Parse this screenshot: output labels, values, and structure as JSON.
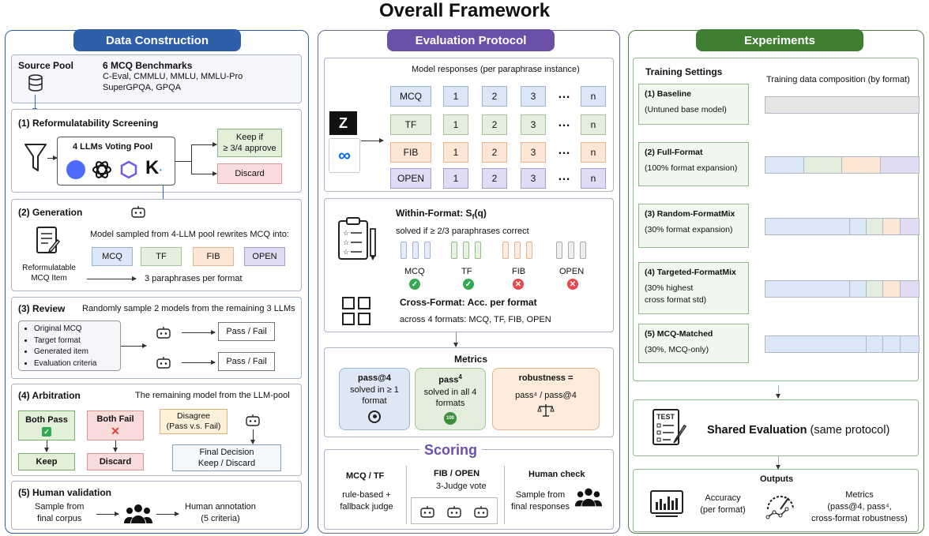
{
  "title": "Overall Framework",
  "columns": {
    "data_construction": "Data Construction",
    "evaluation_protocol": "Evaluation Protocol",
    "experiments": "Experiments"
  },
  "source_pool": {
    "label": "Source Pool",
    "heading": "6 MCQ Benchmarks",
    "line1": "C-Eval, CMMLU, MMLU, MMLU-Pro",
    "line2": "SuperGPQA, GPQA"
  },
  "screening": {
    "title": "(1) Reformulatability Screening",
    "pool": "4 LLMs Voting Pool",
    "keep": "Keep if\n≥ 3/4 approve",
    "discard": "Discard"
  },
  "generation": {
    "title": "(2) Generation",
    "desc": "Model sampled from 4-LLM pool rewrites MCQ into:",
    "formats": [
      "MCQ",
      "TF",
      "FIB",
      "OPEN"
    ],
    "item": "Reformulatable\nMCQ Item",
    "paraphrases": "3 paraphrases per format"
  },
  "review": {
    "title": "(3) Review",
    "desc": "Randomly sample 2 models from the remaining 3 LLMs",
    "items": [
      "Original MCQ",
      "Target format",
      "Generated item",
      "Evaluation criteria"
    ],
    "result": "Pass / Fail"
  },
  "arbitration": {
    "title": "(4) Arbitration",
    "desc": "The remaining model from the LLM-pool",
    "both_pass": "Both Pass",
    "both_fail": "Both Fail",
    "keep": "Keep",
    "discard": "Discard",
    "disagree": "Disagree\n(Pass v.s. Fail)",
    "final": "Final Decision\nKeep / Discard"
  },
  "human": {
    "title": "(5) Human validation",
    "sample": "Sample from\nfinal corpus",
    "annotation": "Human annotation\n(5 criteria)"
  },
  "responses": {
    "title": "Model responses (per paraphrase instance)",
    "rows": [
      "MCQ",
      "TF",
      "FIB",
      "OPEN"
    ],
    "cols": [
      "1",
      "2",
      "3",
      "…",
      "n"
    ]
  },
  "within": {
    "title": "Within-Format: S",
    "title_sub": "f",
    "title_end": "(q)",
    "desc": "solved if ≥ 2/3 paraphrases correct",
    "formats": [
      "MCQ",
      "TF",
      "FIB",
      "OPEN"
    ]
  },
  "cross": {
    "title": "Cross-Format: Acc. per format",
    "desc": "across 4 formats: MCQ, TF, FIB, OPEN"
  },
  "metrics": {
    "title": "Metrics",
    "pass4_name": "pass@4",
    "pass4_desc": "solved in ≥ 1\nformat",
    "passpow_name": "pass",
    "passpow_sup": "4",
    "passpow_desc": "solved in all 4\nformats",
    "robust_name": "robustness =",
    "robust_formula": "pass⁴ / pass@4"
  },
  "scoring": {
    "title": "Scoring",
    "mcq_tf": "MCQ / TF",
    "mcq_tf_desc": "rule-based +\nfallback judge",
    "fib_open": "FIB / OPEN",
    "fib_open_desc": "3-Judge vote",
    "human": "Human check",
    "human_desc": "Sample from\nfinal responses"
  },
  "training": {
    "title": "Training Settings",
    "comp": "Training data composition (by format)",
    "settings": [
      {
        "name": "(1) Baseline",
        "desc": "(Untuned base model)"
      },
      {
        "name": "(2) Full-Format",
        "desc": "(100% format expansion)"
      },
      {
        "name": "(3) Random-FormatMix",
        "desc": "(30% format expansion)"
      },
      {
        "name": "(4) Targeted-FormatMix",
        "desc": "(30% highest\ncross format std)"
      },
      {
        "name": "(5) MCQ-Matched",
        "desc": "(30%, MCQ-only)"
      }
    ]
  },
  "shared": {
    "title": "Shared Evaluation",
    "suffix": " (same protocol)"
  },
  "outputs": {
    "title": "Outputs",
    "accuracy": "Accuracy\n(per format)",
    "metrics": "Metrics\n(pass@4, pass⁴,\ncross-format robustness)"
  },
  "icon_labels": {
    "test": "TEST"
  },
  "colors": {
    "data_header": "#2f5fa8",
    "eval_header": "#6b4fa8",
    "exp_header": "#3f7f32",
    "mcq": "#dbe6f7",
    "tf": "#e3efdc",
    "fib": "#fde6d5",
    "open": "#e1dcf3"
  }
}
